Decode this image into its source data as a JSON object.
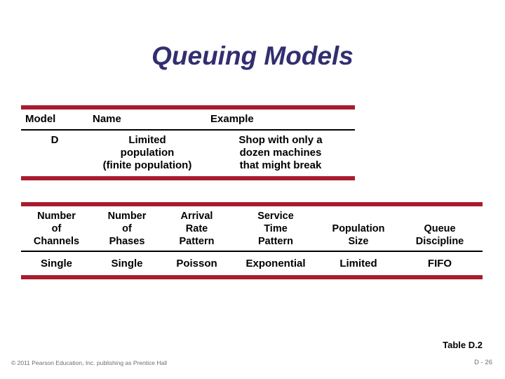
{
  "slide": {
    "title": "Queuing Models",
    "title_color": "#332E70",
    "accent_color": "#A81C2E"
  },
  "table_models": {
    "headers": [
      "Model",
      "Name",
      "Example"
    ],
    "rows": [
      {
        "model": "D",
        "name_lines": [
          "Limited",
          "population",
          "(finite population)"
        ],
        "example_lines": [
          "Shop with only a",
          "dozen machines",
          "that might break"
        ]
      }
    ]
  },
  "table_characteristics": {
    "headers": [
      {
        "lines": [
          "Number",
          "of",
          "Channels"
        ]
      },
      {
        "lines": [
          "Number",
          "of",
          "Phases"
        ]
      },
      {
        "lines": [
          "Arrival",
          "Rate",
          "Pattern"
        ]
      },
      {
        "lines": [
          "Service",
          "Time",
          "Pattern"
        ]
      },
      {
        "lines": [
          "Population",
          "Size"
        ]
      },
      {
        "lines": [
          "Queue",
          "Discipline"
        ]
      }
    ],
    "rows": [
      [
        "Single",
        "Single",
        "Poisson",
        "Exponential",
        "Limited",
        "FIFO"
      ]
    ]
  },
  "footer": {
    "caption": "Table D.2",
    "copyright": "© 2011 Pearson Education, Inc. publishing as Prentice Hall",
    "page_number": "D - 26"
  }
}
